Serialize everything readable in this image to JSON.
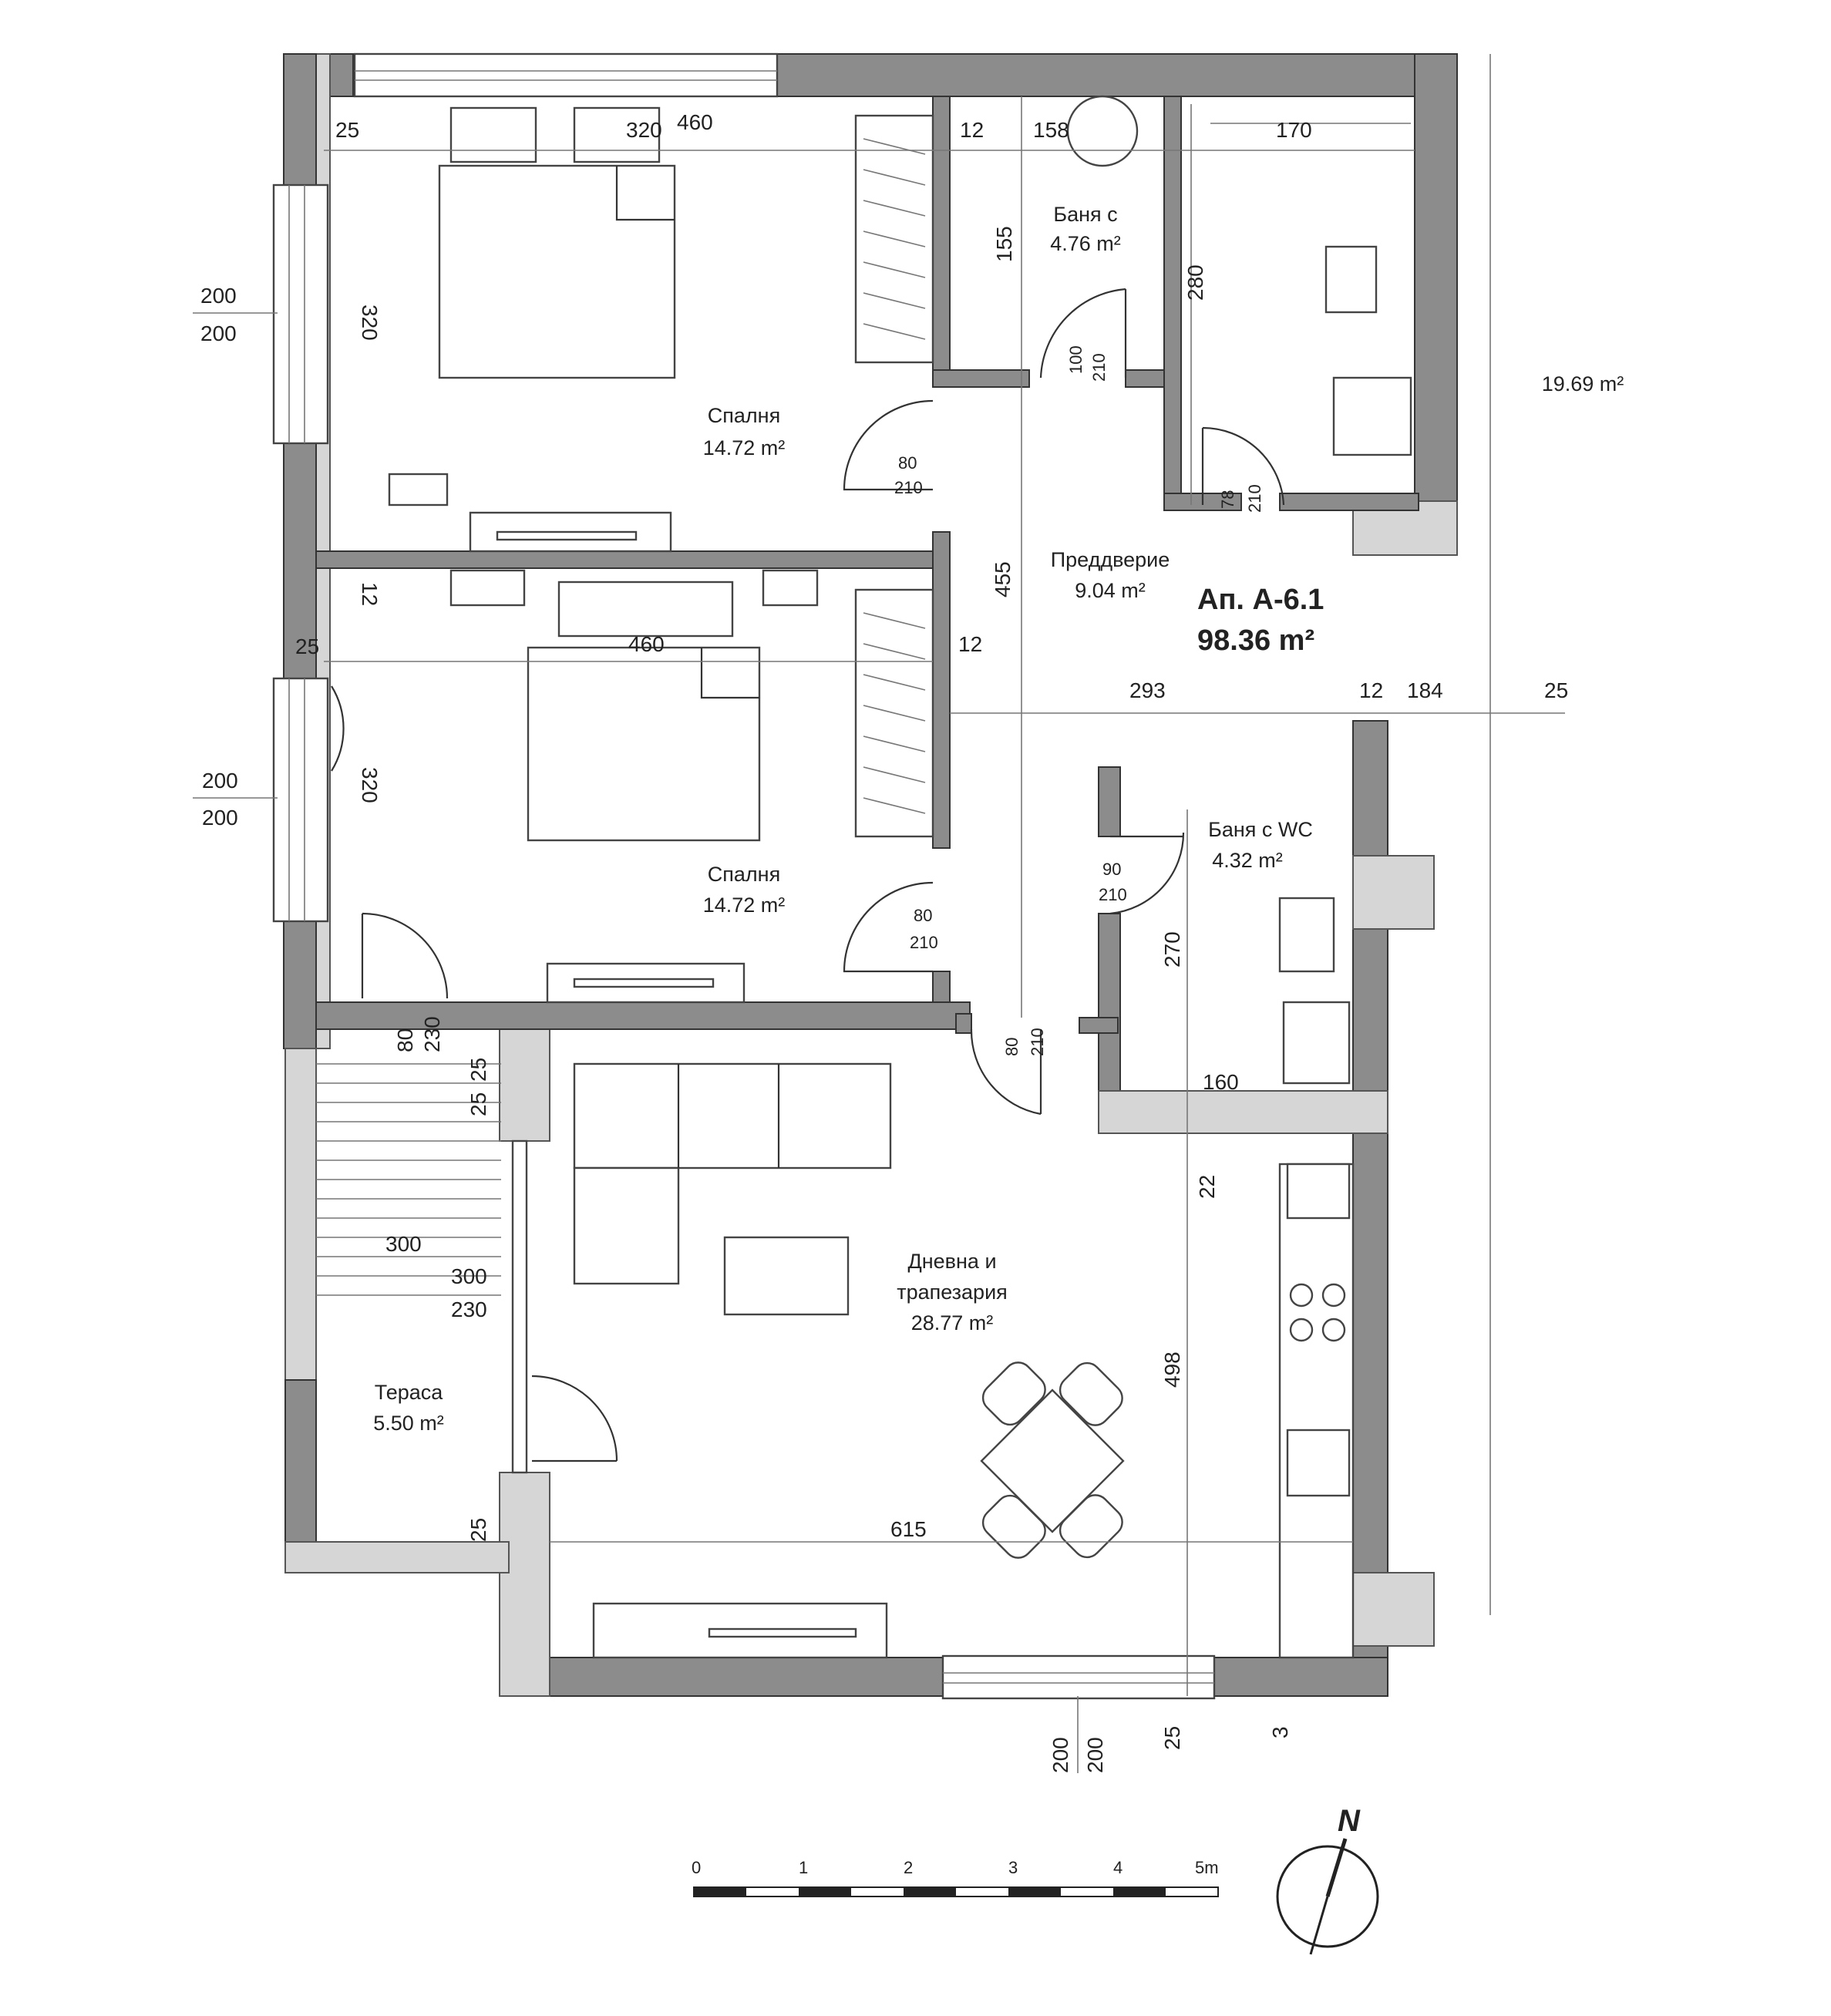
{
  "apartment": {
    "title": "Ап. А-6.1",
    "area": "98.36 m²"
  },
  "rooms": {
    "bedroom1": {
      "name": "Спалня",
      "area": "14.72 m²"
    },
    "bedroom2": {
      "name": "Спалня",
      "area": "14.72 m²"
    },
    "bath1": {
      "name": "Баня с",
      "area": "4.76 m²"
    },
    "bath2": {
      "name": "Баня с WC",
      "area": "4.32 m²"
    },
    "hall": {
      "name": "Преддверие",
      "area": "9.04 m²"
    },
    "living": {
      "name": "Дневна и",
      "name2": "трапезария",
      "area": "28.77 m²"
    },
    "terrace": {
      "name": "Тераса",
      "area": "5.50 m²"
    },
    "outside_area": "19.69 m²"
  },
  "dims": {
    "d25a": "25",
    "d320a": "320",
    "d460a": "460",
    "d12a": "12",
    "d158": "158",
    "d170": "170",
    "d155": "155",
    "d280": "280",
    "d320v1": "320",
    "d12b": "12",
    "d25b": "25",
    "d460b": "460",
    "d12c": "12",
    "d320v2": "320",
    "d455": "455",
    "d293": "293",
    "d12d": "12",
    "d184": "184",
    "d25c": "25",
    "d270": "270",
    "d160": "160",
    "d22": "22",
    "d300a": "300",
    "d300b": "300",
    "d230a": "230",
    "d25d": "25",
    "d25e": "25",
    "d498": "498",
    "d615": "615",
    "d25f": "25",
    "d200a": "200",
    "d200b": "200",
    "d25g": "25",
    "d3": "3",
    "w200a": "200",
    "w200b": "200",
    "w200c": "200",
    "w200d": "200",
    "d80a": "80",
    "d230b": "230"
  },
  "doors": {
    "b1_w": "80",
    "b1_h": "210",
    "b2_w": "80",
    "b2_h": "210",
    "bath1_w": "100",
    "bath1_h": "210",
    "wc_w": "78",
    "wc_h": "210",
    "bath2_w": "90",
    "bath2_h": "210",
    "hall_w": "80",
    "hall_h": "210"
  },
  "scale": {
    "labels": [
      "0",
      "1",
      "2",
      "3",
      "4",
      "5m"
    ]
  },
  "compass": {
    "label": "N"
  }
}
